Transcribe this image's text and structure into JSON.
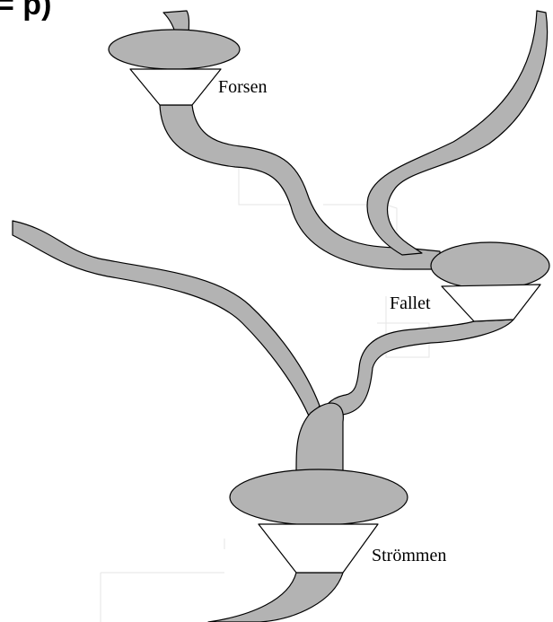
{
  "diagram": {
    "heading_fragment": "= p)",
    "labels": {
      "forsen": "Forsen",
      "fallet": "Fallet",
      "strommen": "Strömmen"
    }
  },
  "colors": {
    "water": "#b3b3b3",
    "outline": "#000000",
    "dam": "#ffffff"
  }
}
